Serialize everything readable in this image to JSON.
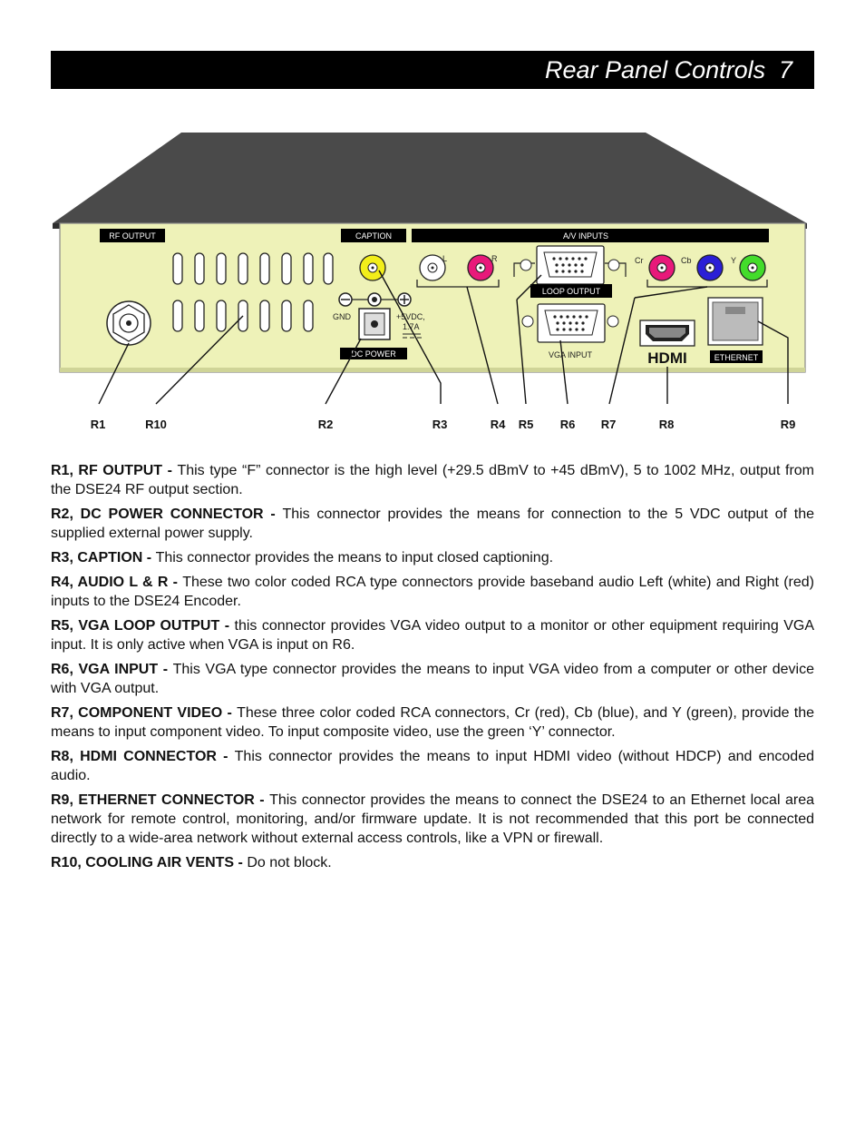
{
  "header": {
    "title": "Rear Panel Controls",
    "page_number": "7"
  },
  "panel_labels": {
    "rf_output": "RF OUTPUT",
    "caption": "CAPTION",
    "av_inputs": "A/V INPUTS",
    "audio_l": "L",
    "audio_r": "R",
    "cr": "Cr",
    "cb": "Cb",
    "y": "Y",
    "loop_output": "LOOP OUTPUT",
    "vga_input": "VGA INPUT",
    "gnd": "GND",
    "voltage": "+5VDC,",
    "current": "1.7A",
    "dc_power": "DC POWER",
    "hdmi": "HDMI",
    "ethernet": "ETHERNET"
  },
  "callouts": [
    "R1",
    "R10",
    "R2",
    "R3",
    "R4",
    "R5",
    "R6",
    "R7",
    "R8",
    "R9"
  ],
  "descriptions": [
    {
      "label": "R1, RF OUTPUT - ",
      "text": "This type “F” connector is the high level (+29.5 dBmV to +45 dBmV), 5 to 1002 MHz, output from the DSE24 RF output section."
    },
    {
      "label": "R2, DC POWER CONNECTOR - ",
      "text": "This connector provides the means for connection to the 5 VDC output of the supplied external power supply."
    },
    {
      "label": "R3, CAPTION - ",
      "text": "This connector provides the means to input closed captioning."
    },
    {
      "label": "R4, AUDIO L & R - ",
      "text": "These two color coded RCA type connectors provide baseband audio Left (white) and Right (red) inputs to the DSE24 Encoder."
    },
    {
      "label": "R5, VGA LOOP OUTPUT - ",
      "text": "this connector provides VGA video output to a monitor or other equipment requiring VGA input. It is only active when VGA is input on R6."
    },
    {
      "label": "R6, VGA INPUT - ",
      "text": "This VGA type connector provides the means to input VGA video from a computer or other device with VGA output."
    },
    {
      "label": "R7, COMPONENT VIDEO - ",
      "text": "These three color coded RCA connectors, Cr (red), Cb (blue), and Y (green), provide the means to input component video. To input composite video, use the green ‘Y’ connector."
    },
    {
      "label": "R8, HDMI CONNECTOR - ",
      "text": "This connector provides the means to input HDMI video (without HDCP) and encoded audio."
    },
    {
      "label": "R9, ETHERNET CONNECTOR - ",
      "text": "This connector provides the means to connect the DSE24 to an Ethernet local area network for remote control, monitoring, and/or firmware update. It is not recommended that this port be connected directly to a wide-area network without external access controls, like a VPN or firewall."
    },
    {
      "label": "R10, COOLING AIR VENTS - ",
      "text": "Do not block."
    }
  ]
}
